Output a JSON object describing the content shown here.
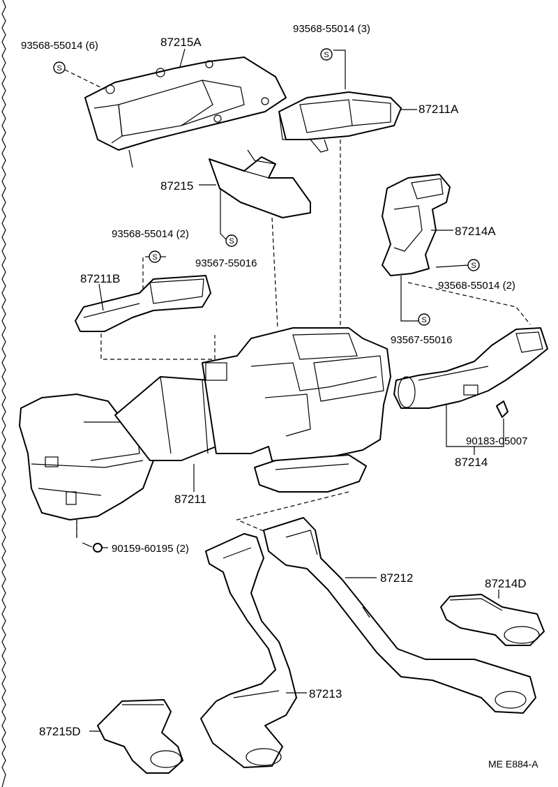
{
  "diagram_code": "ME E884-A",
  "fastener_symbol": "S",
  "labels": {
    "screw_top_left": "93568-55014 (6)",
    "duct_87215A": "87215A",
    "screw_top_right": "93568-55014 (3)",
    "duct_87211A": "87211A",
    "duct_87215": "87215",
    "duct_87214A": "87214A",
    "screw_left_mid": "93568-55014 (2)",
    "screw_87215": "93567-55016",
    "screw_87214A": "93568-55014 (2)",
    "duct_87211B": "87211B",
    "screw_87214": "93567-55016",
    "clip": "90183-05007",
    "duct_87214": "87214",
    "duct_87211": "87211",
    "bolt": "90159-60195 (2)",
    "duct_87212": "87212",
    "duct_87214D": "87214D",
    "duct_87213": "87213",
    "duct_87215D": "87215D"
  }
}
